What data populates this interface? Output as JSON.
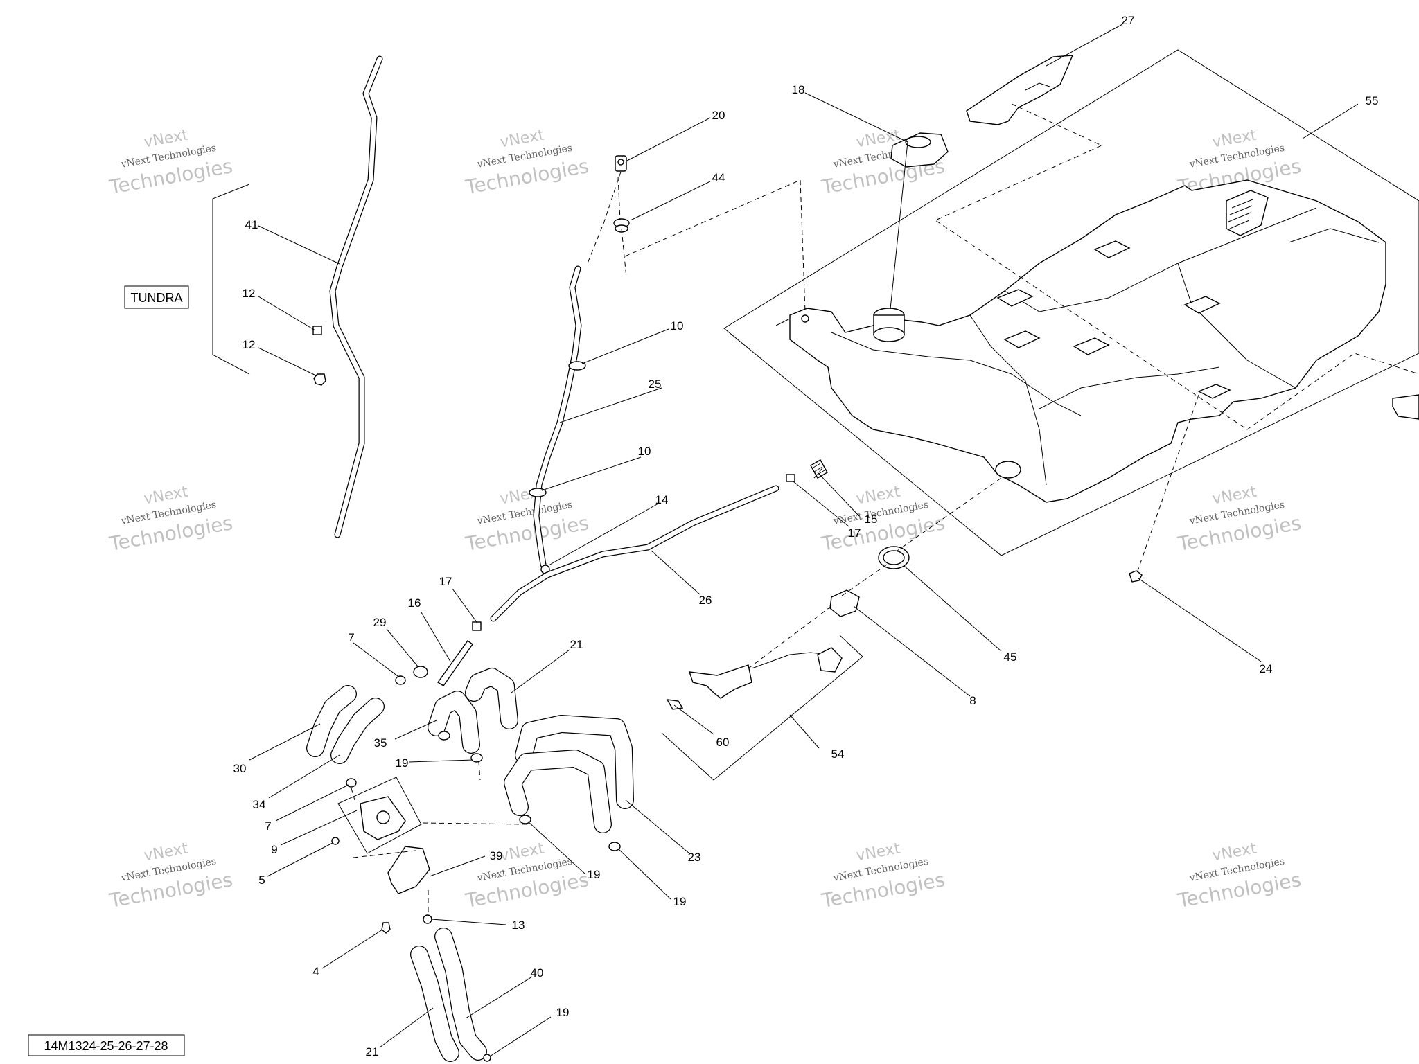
{
  "diagram": {
    "model_label": "TUNDRA",
    "drawing_number": "14M1324-25-26-27-28",
    "watermark_line1": "vNext",
    "watermark_line2": "vNext Technologies",
    "watermark_line3": "Technologies",
    "callouts": [
      "41",
      "12",
      "12",
      "20",
      "44",
      "18",
      "27",
      "55",
      "10",
      "25",
      "10",
      "14",
      "26",
      "17",
      "16",
      "29",
      "7",
      "21",
      "30",
      "35",
      "34",
      "19",
      "7",
      "9",
      "5",
      "39",
      "19",
      "19",
      "23",
      "13",
      "4",
      "40",
      "19",
      "21",
      "15",
      "17",
      "45",
      "8",
      "54",
      "60",
      "24"
    ]
  }
}
